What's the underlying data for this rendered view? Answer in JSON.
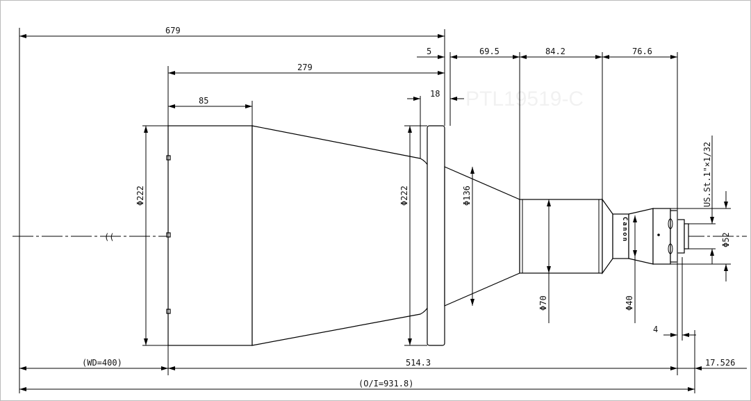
{
  "drawing": {
    "watermark": "PTL19519-C",
    "dimensions": {
      "total_length": "679",
      "to_flange": "279",
      "front_barrel": "85",
      "flange_offset": "5",
      "seg1": "69.5",
      "seg2": "84.2",
      "seg3": "76.6",
      "flange_thickness": "18",
      "front_diameter": "Φ222",
      "flange_diameter": "Φ222",
      "cone_diameter": "Φ136",
      "mid_diameter": "Φ70",
      "rear_diameter": "Φ40",
      "mount_diameter": "Φ52",
      "thread": "US.St.1\"×1/32",
      "mount_depth": "4",
      "working_distance": "(WD=400)",
      "lens_length": "514.3",
      "back_focus": "17.526",
      "object_image": "(O/I=931.8)",
      "break_symbol": "((",
      "brand_mark": "Canon"
    }
  }
}
